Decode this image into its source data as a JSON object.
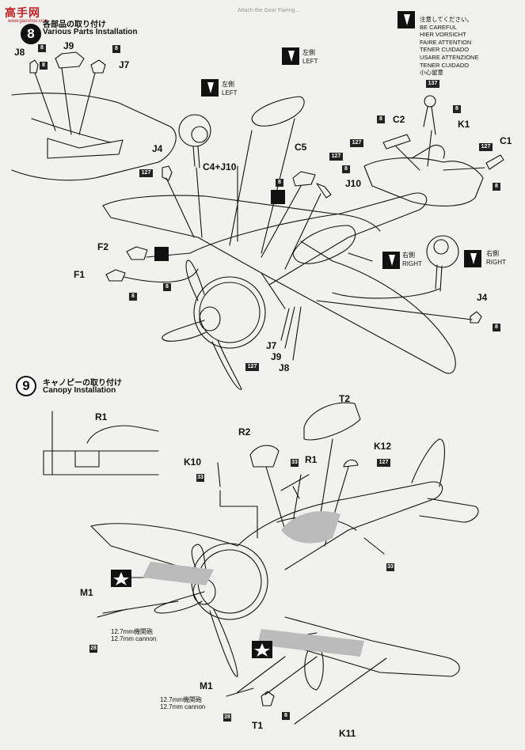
{
  "watermark": {
    "logo": "高手网",
    "sub": "www.gaoshou.com"
  },
  "top_strip": "Attach the Gear Fairing...",
  "step8": {
    "number": "8",
    "title_jp": "各部品の取り付け",
    "title_en": "Various Parts Installation"
  },
  "step9": {
    "number": "9",
    "title_jp": "キャノピーの取り付け",
    "title_en": "Canopy Installation"
  },
  "caution": [
    "注意してください。",
    "BE CAREFUL",
    "HIER VORSICHT",
    "FAIRE ATTENTION",
    "TENER CUIDADO",
    "USARE ATTENZIONE",
    "TENER CUIDADO",
    "小心留意"
  ],
  "parts": {
    "j8": "J8",
    "j9": "J9",
    "j7": "J7",
    "j4": "J4",
    "c4j10": "C4+J10",
    "c5": "C5",
    "j10": "J10",
    "f2": "F2",
    "f1": "F1",
    "c2": "C2",
    "k1": "K1",
    "c1": "C1",
    "j4b": "J4",
    "j7b": "J7",
    "j9b": "J9",
    "j8b": "J8",
    "r1a": "R1",
    "r2": "R2",
    "r1b": "R1",
    "t2": "T2",
    "k10": "K10",
    "k12": "K12",
    "m1a": "M1",
    "m1b": "M1",
    "t1": "T1",
    "k11": "K11"
  },
  "sides": {
    "left_jp": "左側",
    "left_en": "LEFT",
    "left2_jp": "左側",
    "left2_en": "LEFT",
    "right_jp": "右側",
    "right_en": "RIGHT",
    "right2_jp": "右側",
    "right2_en": "RIGHT"
  },
  "paint_codes": {
    "b8_1": "8",
    "b8_2": "8",
    "b127_1": "127",
    "b8_3": "8",
    "b127_2": "127",
    "b8_4": "8",
    "b8_5": "8",
    "b127_3": "127",
    "b8_6": "8",
    "b8_7": "8",
    "b8_8": "8",
    "b137": "137",
    "b8_9": "8",
    "b127_4": "127",
    "b127_5": "127",
    "b8_10": "8",
    "b8_11": "8",
    "b127_6": "127",
    "b33_1": "33",
    "b33_2": "33",
    "b127_7": "127",
    "b33_3": "33",
    "b28_1": "28",
    "b28_2": "28",
    "b8_12": "8"
  },
  "cannon_note": {
    "jp": "12.7mm機関砲",
    "en": "12.7mm cannon"
  }
}
